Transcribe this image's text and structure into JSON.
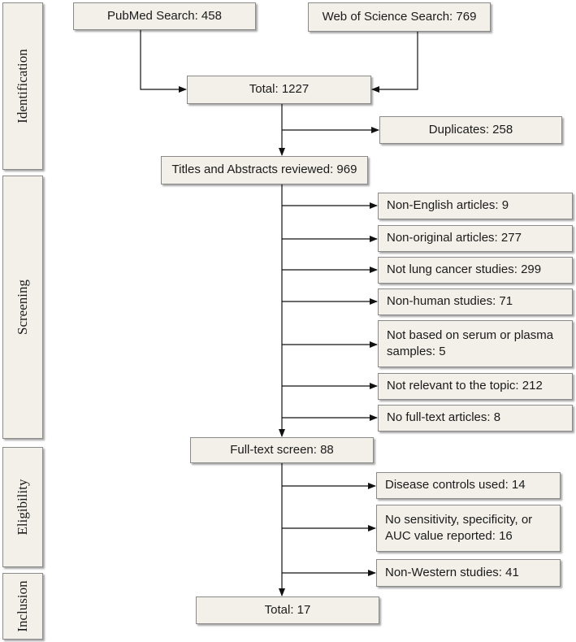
{
  "stages": {
    "identification": "Identification",
    "screening": "Screening",
    "eligibility": "Eligibility",
    "inclusion": "Inclusion"
  },
  "boxes": {
    "pubmed": "PubMed Search: 458",
    "wos": "Web of Science Search: 769",
    "total": "Total: 1227",
    "duplicates": "Duplicates: 258",
    "titles": "Titles and Abstracts reviewed: 969",
    "fulltext": "Full-text screen: 88",
    "final_total": "Total: 17"
  },
  "screening_exclusions": [
    "Non-English articles: 9",
    "Non-original articles: 277",
    "Not lung cancer studies: 299",
    "Non-human studies: 71",
    "Not based on serum or plasma samples: 5",
    "Not relevant to the topic: 212",
    "No full-text articles: 8"
  ],
  "eligibility_exclusions": [
    "Disease controls used: 14",
    "No sensitivity, specificity, or AUC value reported: 16",
    "Non-Western studies: 41"
  ]
}
